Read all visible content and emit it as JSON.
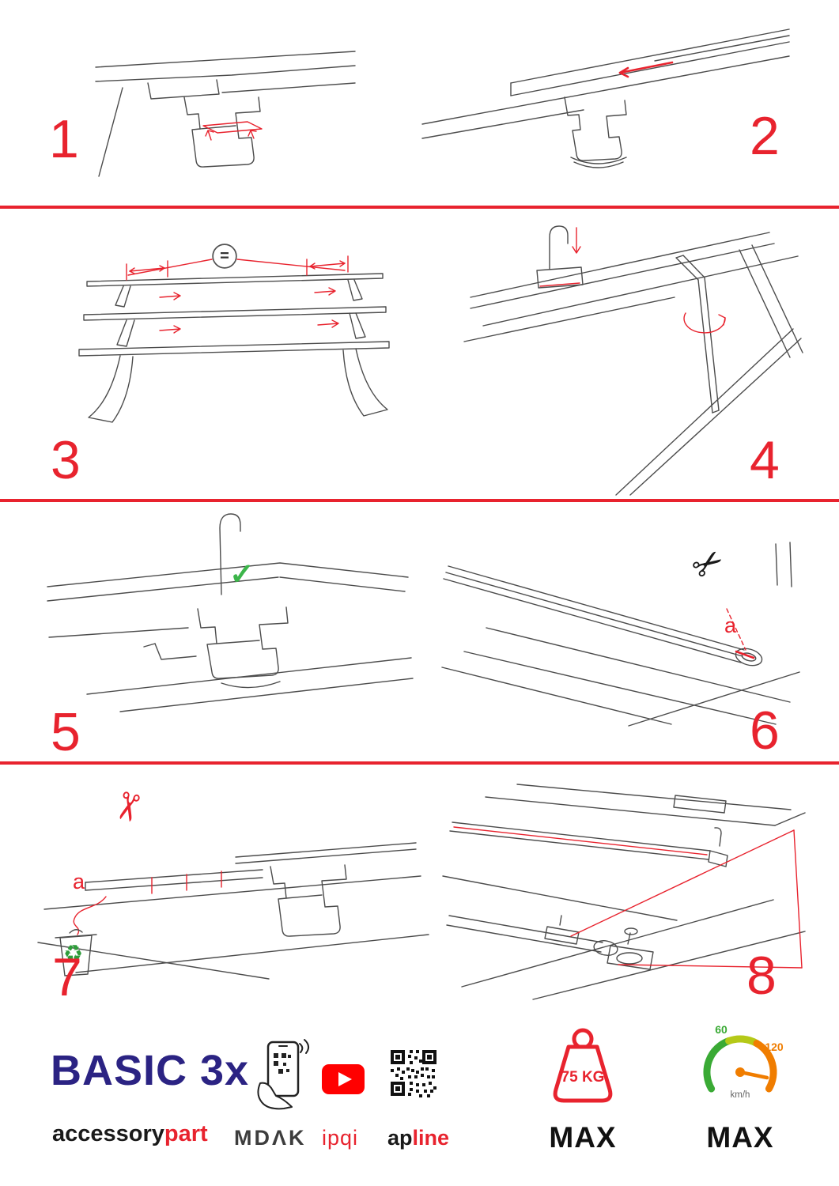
{
  "colors": {
    "accent_red": "#e8232e",
    "brand_blue": "#2b2383",
    "check_green": "#3cb54a",
    "gauge_green": "#3aaa35",
    "gauge_orange": "#f07d00",
    "youtube_red": "#ff0000",
    "line_art_gray": "#4c4c4c"
  },
  "steps": {
    "s1": {
      "number": "1"
    },
    "s2": {
      "number": "2"
    },
    "s3": {
      "number": "3",
      "equal_mark": "="
    },
    "s4": {
      "number": "4"
    },
    "s5": {
      "number": "5",
      "check_mark": "✓"
    },
    "s6": {
      "number": "6",
      "part_label": "a",
      "scissors": "✂"
    },
    "s7": {
      "number": "7",
      "part_label": "a",
      "scissors": "✂",
      "recycle": "♻"
    },
    "s8": {
      "number": "8"
    }
  },
  "footer": {
    "product_name": "BASIC 3x",
    "brand": {
      "black": "accessory",
      "red": "part"
    },
    "partner_mdak": "MDΛK",
    "partner_ipqi": "ipqi",
    "partner_ap": {
      "black": "ap",
      "red": "line"
    },
    "weight": {
      "value": "75 KG",
      "max": "MAX"
    },
    "speed": {
      "low": "60",
      "high": "120",
      "unit": "km/h",
      "max": "MAX"
    }
  }
}
